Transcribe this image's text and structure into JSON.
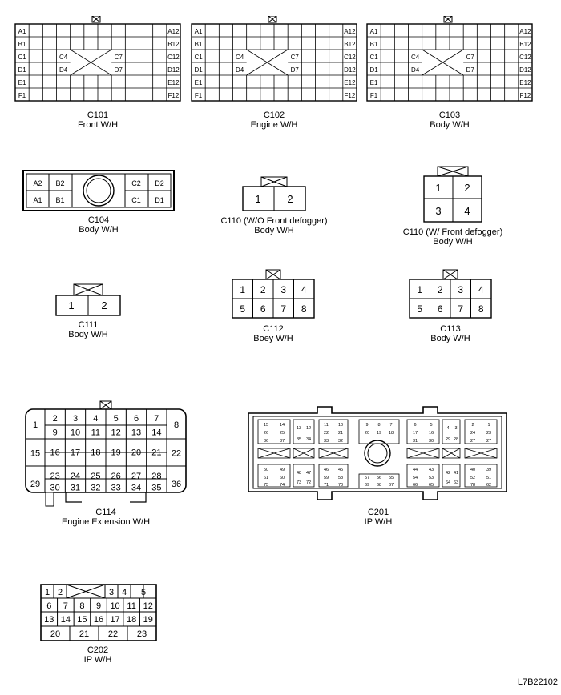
{
  "grid_connectors": [
    {
      "id": "C101",
      "wh": "Front W/H",
      "left_pins": [
        "A1",
        "B1",
        "C1",
        "D1",
        "E1",
        "F1"
      ],
      "right_pins": [
        "A12",
        "B12",
        "C12",
        "D12",
        "E12",
        "F12"
      ],
      "inner_pins": [
        "C4",
        "C7",
        "D4",
        "D7"
      ]
    },
    {
      "id": "C102",
      "wh": "Engine W/H",
      "left_pins": [
        "A1",
        "B1",
        "C1",
        "D1",
        "E1",
        "F1"
      ],
      "right_pins": [
        "A12",
        "B12",
        "C12",
        "D12",
        "E12",
        "F12"
      ],
      "inner_pins": [
        "C4",
        "C7",
        "D4",
        "D7"
      ]
    },
    {
      "id": "C103",
      "wh": "Body W/H",
      "left_pins": [
        "A1",
        "B1",
        "C1",
        "D1",
        "E1",
        "F1"
      ],
      "right_pins": [
        "A12",
        "B12",
        "C12",
        "D12",
        "E12",
        "F12"
      ],
      "inner_pins": [
        "C4",
        "C7",
        "D4",
        "D7"
      ]
    }
  ],
  "c104": {
    "id": "C104",
    "wh": "Body W/H",
    "pins": [
      "A2",
      "B2",
      "A1",
      "B1",
      "C2",
      "D2",
      "C1",
      "D1"
    ]
  },
  "c110a": {
    "id": "C110 (W/O Front defogger)",
    "wh": "Body W/H",
    "pins": [
      "1",
      "2"
    ]
  },
  "c110b": {
    "id": "C110 (W/ Front defogger)",
    "wh": "Body W/H",
    "pins": [
      "1",
      "2",
      "3",
      "4"
    ]
  },
  "c111": {
    "id": "C111",
    "wh": "Body W/H",
    "pins": [
      "1",
      "2"
    ]
  },
  "c112": {
    "id": "C112",
    "wh": "Boey W/H",
    "pins": [
      "1",
      "2",
      "3",
      "4",
      "5",
      "6",
      "7",
      "8"
    ]
  },
  "c113": {
    "id": "C113",
    "wh": "Body W/H",
    "pins": [
      "1",
      "2",
      "3",
      "4",
      "5",
      "6",
      "7",
      "8"
    ]
  },
  "c114": {
    "id": "C114",
    "wh": "Engine Extension W/H",
    "pins": [
      "1",
      "2",
      "3",
      "4",
      "5",
      "6",
      "7",
      "8",
      "9",
      "10",
      "11",
      "12",
      "13",
      "14",
      "15",
      "16",
      "17",
      "18",
      "19",
      "20",
      "21",
      "22",
      "23",
      "24",
      "25",
      "26",
      "27",
      "28",
      "29",
      "30",
      "31",
      "32",
      "33",
      "34",
      "35",
      "36"
    ]
  },
  "c201": {
    "id": "C201",
    "wh": "IP W/H",
    "pins": [
      "15",
      "14",
      "13",
      "12",
      "11",
      "10",
      "9",
      "8",
      "7",
      "6",
      "5",
      "4",
      "3",
      "2",
      "1",
      "26",
      "25",
      "24",
      "23",
      "22",
      "21",
      "20",
      "19",
      "18",
      "17",
      "16",
      "36",
      "37",
      "35",
      "34",
      "33",
      "32",
      "31",
      "30",
      "29",
      "28",
      "27",
      "50",
      "49",
      "48",
      "47",
      "46",
      "45",
      "44",
      "43",
      "42",
      "41",
      "40",
      "39",
      "61",
      "60",
      "59",
      "58",
      "57",
      "56",
      "55",
      "54",
      "53",
      "52",
      "51",
      "78",
      "75",
      "74",
      "73",
      "72",
      "71",
      "70",
      "69",
      "68",
      "67",
      "66",
      "65",
      "64",
      "63",
      "62"
    ]
  },
  "c202": {
    "id": "C202",
    "wh": "IP W/H",
    "pins": [
      "1",
      "2",
      "3",
      "4",
      "5",
      "6",
      "7",
      "8",
      "9",
      "10",
      "11",
      "12",
      "13",
      "14",
      "15",
      "16",
      "17",
      "18",
      "19",
      "20",
      "21",
      "22",
      "23"
    ]
  },
  "ref_code": "L7B22102"
}
